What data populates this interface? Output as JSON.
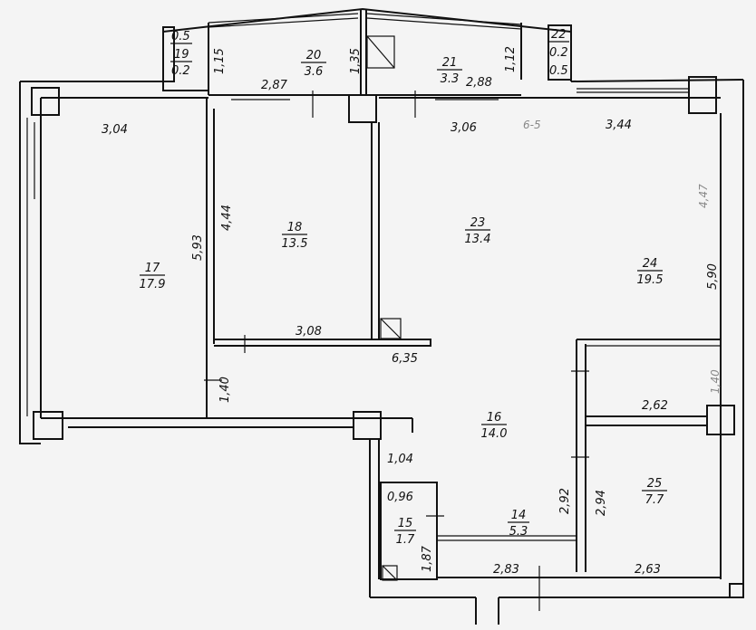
{
  "rooms": [
    {
      "id": "17",
      "area": "17.9"
    },
    {
      "id": "18",
      "area": "13.5"
    },
    {
      "id": "23",
      "area": "13.4"
    },
    {
      "id": "24",
      "area": "19.5"
    },
    {
      "id": "16",
      "area": "14.0"
    },
    {
      "id": "25",
      "area": "7.7"
    },
    {
      "id": "14",
      "area": "5.3"
    },
    {
      "id": "15",
      "area": "1.7"
    },
    {
      "id": "20",
      "area": "3.6"
    },
    {
      "id": "21",
      "area": "3.3"
    },
    {
      "id": "19",
      "area": "0.2",
      "extra": "0.5"
    },
    {
      "id": "22",
      "area": "0.2",
      "extra": "0.5"
    }
  ],
  "dimensions": {
    "d_3_04": "3,04",
    "d_5_93": "5,93",
    "d_4_44": "4,44",
    "d_3_08": "3,08",
    "d_6_35": "6,35",
    "d_1_40": "1,40",
    "d_3_06": "3,06",
    "d_3_44": "3,44",
    "d_5_90": "5,90",
    "d_2_62": "2,62",
    "d_1_04": "1,04",
    "d_0_96": "0,96",
    "d_1_87": "1,87",
    "d_2_92": "2,92",
    "d_2_94": "2,94",
    "d_2_83": "2,83",
    "d_2_63": "2,63",
    "d_2_87": "2,87",
    "d_2_88": "2,88",
    "d_1_15": "1,15",
    "d_1_35": "1,35",
    "d_1_12": "1,12"
  },
  "handwritten": {
    "h_6_5": "6-5",
    "h_4_47": "4,47",
    "h_1_40": "1,40"
  }
}
